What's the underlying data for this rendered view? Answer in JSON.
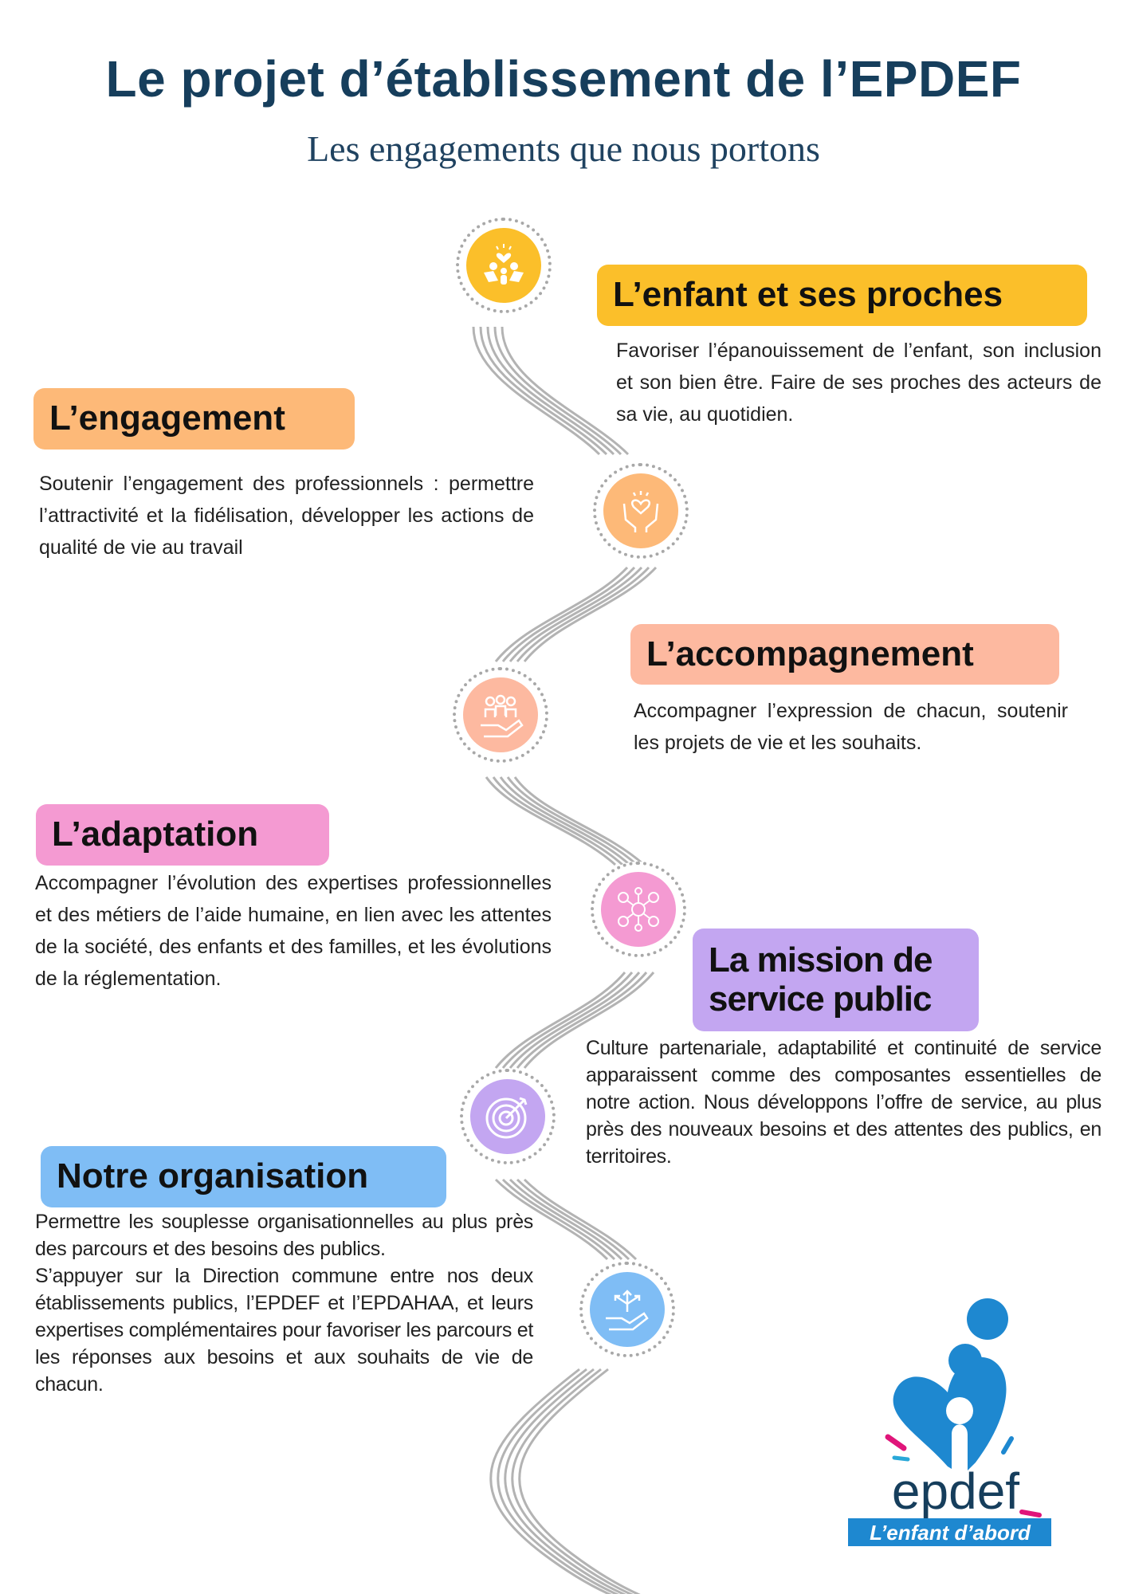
{
  "header": {
    "title": "Le projet d’établissement de l’EPDEF",
    "subtitle": "Les engagements que nous portons"
  },
  "sections": [
    {
      "icon": "family-heart-icon",
      "color": "#FBBF2A",
      "title": "L’enfant et ses proches",
      "text": "Favoriser l’épanouissement de l’enfant, son inclusion et son bien être. Faire de ses proches des acteurs de sa vie, au quotidien."
    },
    {
      "icon": "hands-heart-icon",
      "color": "#FDB978",
      "title": "L’engagement",
      "text": "Soutenir l’engagement des professionnels : permettre l’attractivité et la fidélisation, développer les actions de qualité de vie au travail"
    },
    {
      "icon": "people-hand-icon",
      "color": "#FDB9A0",
      "title": "L’accompagnement",
      "text": "Accompagner l’expression de chacun, soutenir les projets de vie et les souhaits."
    },
    {
      "icon": "network-icon",
      "color": "#F49AD2",
      "title": "L’adaptation",
      "text": "Accompagner l’évolution des expertises professionnelles et des métiers de l’aide humaine, en lien avec les attentes de la société, des enfants et des familles, et les évolutions de la réglementation."
    },
    {
      "icon": "target-icon",
      "color": "#C3A6F1",
      "title": "La mission de service public",
      "text": "Culture partenariale, adaptabilité et continuité de service apparaissent comme des composantes essentielles de notre action. Nous développons l’offre de service, au plus près des nouveaux besoins et des attentes des publics, en territoires."
    },
    {
      "icon": "hand-arrows-icon",
      "color": "#7FBDF5",
      "title": "Notre organisation",
      "text": "Permettre les souplesse organisationnelles au plus près des parcours et des besoins des publics.",
      "text2": "S’appuyer sur la Direction commune entre nos deux établissements publics, l’EPDEF et l’EPDAHAA, et leurs expertises complémentaires pour favoriser les parcours et les réponses aux besoins et aux souhaits de vie de chacun."
    }
  ],
  "logo": {
    "name": "epdef",
    "tagline": "L’enfant d’abord",
    "color": "#1E88D0"
  }
}
